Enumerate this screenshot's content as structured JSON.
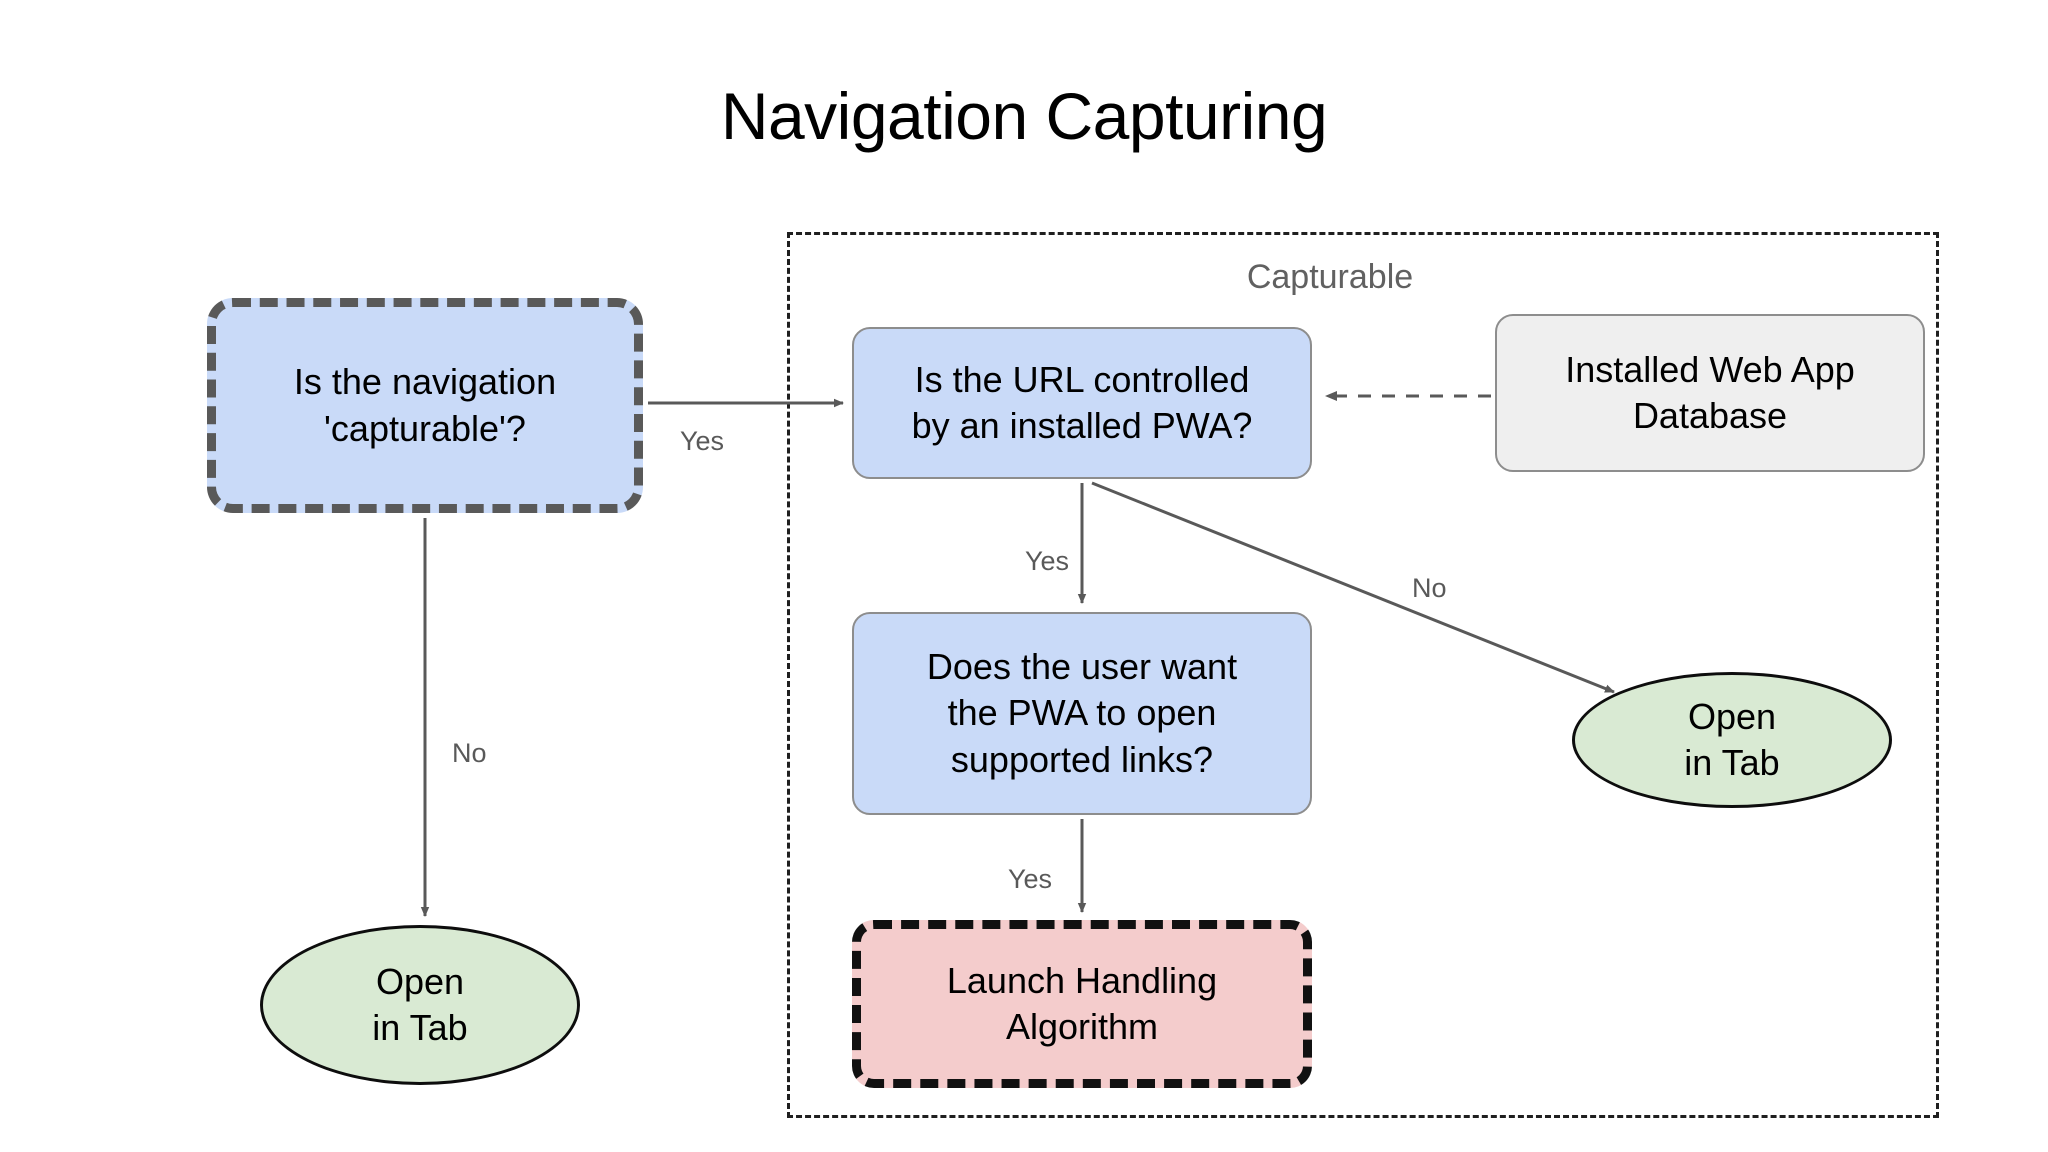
{
  "page": {
    "title": "Navigation Capturing"
  },
  "group": {
    "label": "Capturable"
  },
  "nodes": {
    "is_capturable": "Is the navigation\n'capturable'?",
    "url_controlled": "Is the URL controlled\nby an installed PWA?",
    "web_app_db": "Installed Web App\nDatabase",
    "user_want": "Does the user want\nthe PWA to open\nsupported links?",
    "launch_handling": "Launch Handling\nAlgorithm",
    "open_tab_left": "Open\nin Tab",
    "open_tab_right": "Open\nin Tab"
  },
  "edges": {
    "yes_capturable_to_url": "Yes",
    "no_capturable_to_tab": "No",
    "yes_url_to_user_want": "Yes",
    "no_url_to_tab": "No",
    "yes_user_want_to_launch": "Yes"
  },
  "colors": {
    "blue_fill": "#c9daf8",
    "green_fill": "#d9ead3",
    "pink_fill": "#f4cccc",
    "gray_fill": "#efefef",
    "edge_stroke": "#595959",
    "group_label": "#616161",
    "dashed_dark": "#595959",
    "dashed_black": "#111111"
  }
}
